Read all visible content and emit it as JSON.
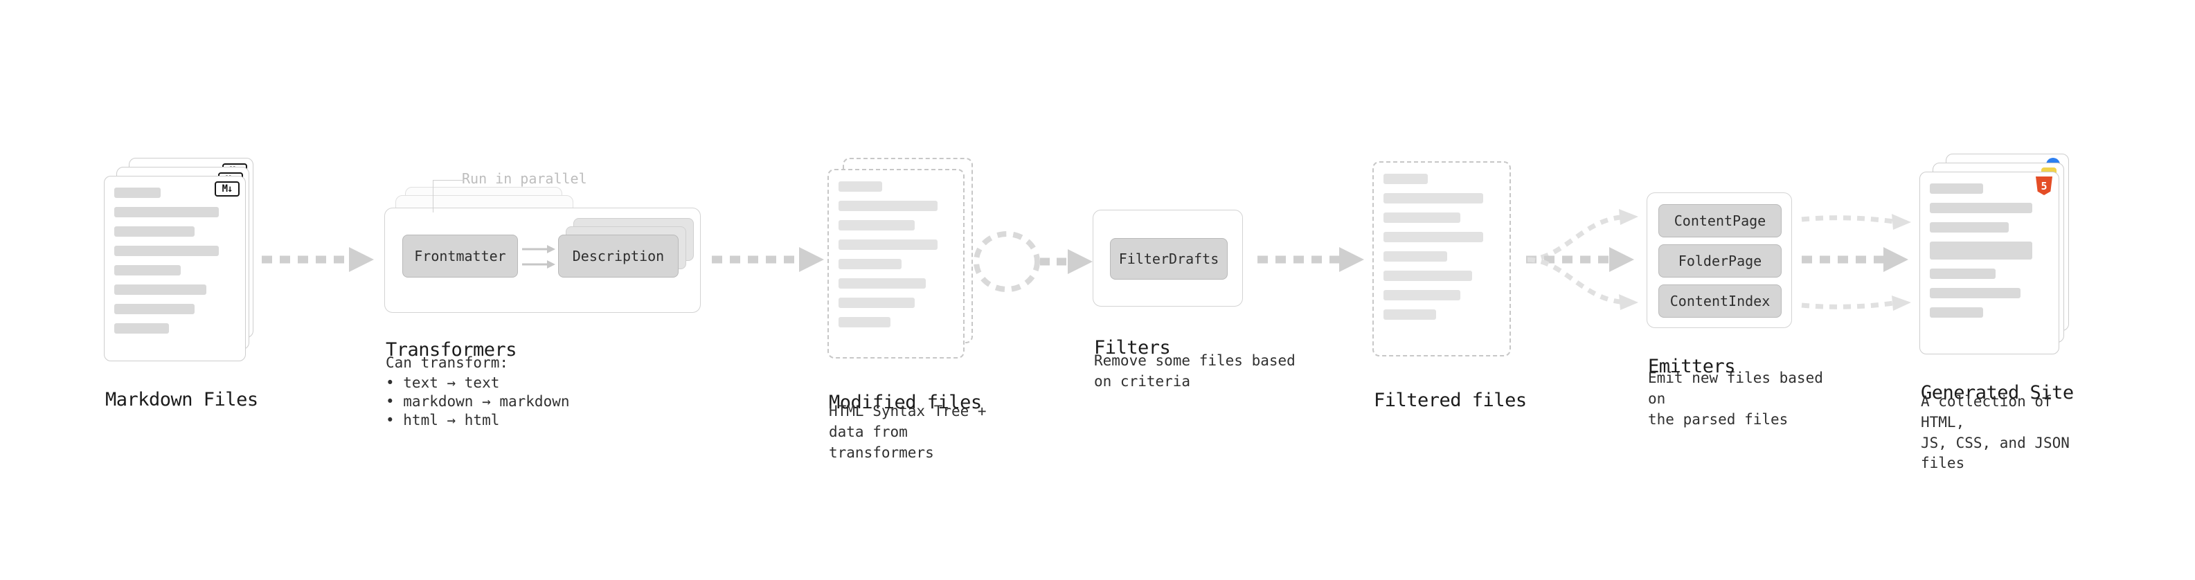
{
  "diagram": {
    "markdown_files": {
      "title": "Markdown Files",
      "icon_label": "M↓"
    },
    "transformers": {
      "title": "Transformers",
      "parallel_note": "Run in parallel",
      "step1": "Frontmatter",
      "step2": "Description",
      "caption": "Can transform:",
      "bullets": [
        "• text → text",
        "• markdown → markdown",
        "• html → html"
      ]
    },
    "modified_files": {
      "title": "Modified files",
      "caption": "HTML Syntax Tree +\ndata from transformers"
    },
    "filters": {
      "title": "Filters",
      "step": "FilterDrafts",
      "caption": "Remove some files based\non criteria"
    },
    "filtered_files": {
      "title": "Filtered files"
    },
    "emitters": {
      "title": "Emitters",
      "steps": [
        "ContentPage",
        "FolderPage",
        "ContentIndex"
      ],
      "caption": "Emit new files based on\nthe parsed files"
    },
    "generated_site": {
      "title": "Generated Site",
      "icon_html": "5",
      "icon_js": "JS",
      "caption": "A collection of HTML,\nJS, CSS, and JSON files"
    }
  },
  "colors": {
    "arrow": "#cfcfcf",
    "arrow_light": "#e0e0e0",
    "html5_orange": "#e44d26",
    "js_yellow": "#f1d24b",
    "css_blue": "#2d7ff0"
  }
}
